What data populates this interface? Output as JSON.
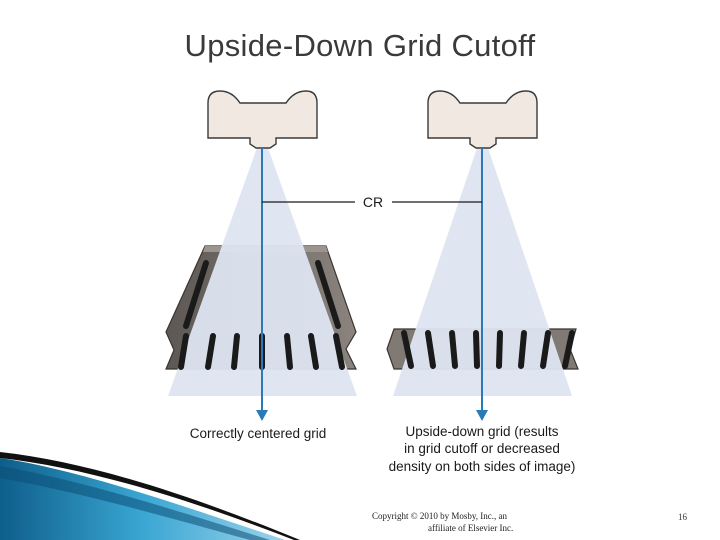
{
  "slide": {
    "title": "Upside-Down Grid Cutoff",
    "page_number": "16",
    "copyright_line1": "Copyright © 2010 by Mosby, Inc., an",
    "copyright_line2": "affiliate of Elsevier Inc."
  },
  "diagram": {
    "cr_label": "CR",
    "left_caption": "Correctly centered grid",
    "right_caption_lines": [
      "Upside-down grid (results",
      "in grid cutoff or decreased",
      "density on both sides of image)"
    ]
  },
  "colors": {
    "beam": "#dde5f1",
    "central_ray": "#2a7ab8",
    "tube": "#f1e9e1",
    "grid_body": "#7d7672",
    "grid_lead": "#1a1a1a",
    "title_text": "#3a3a3a",
    "swoosh_blue": "#2a90c0"
  }
}
